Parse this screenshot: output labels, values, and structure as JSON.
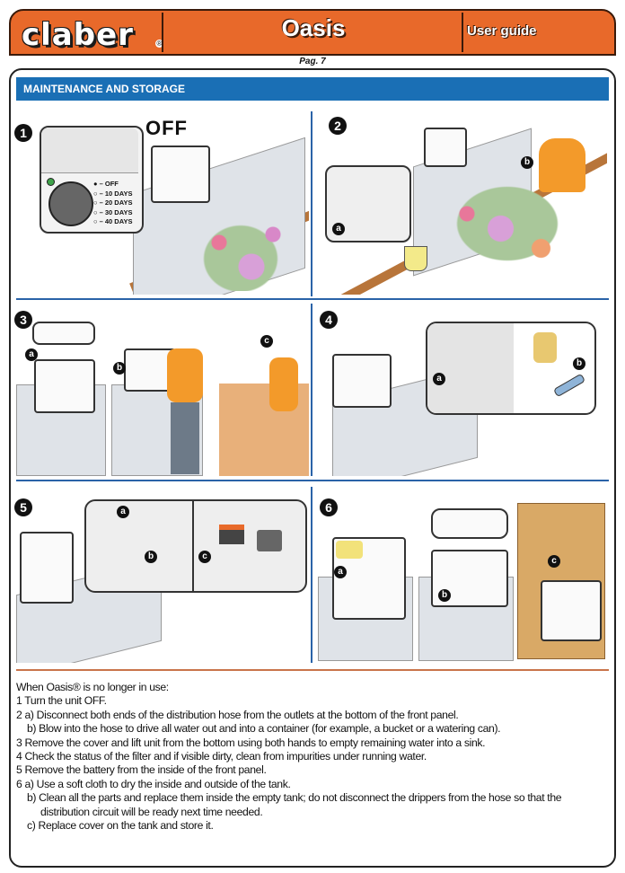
{
  "header": {
    "brand": "claber",
    "registered_mark": "®",
    "product_title": "Oasis",
    "doc_type": "User guide",
    "page_label": "Pag. 7"
  },
  "section": {
    "title": "MAINTENANCE AND STORAGE"
  },
  "steps": [
    {
      "number": "1",
      "callout": "OFF",
      "sub_labels": [],
      "dial_options": [
        {
          "marker": "●",
          "label": "OFF",
          "selected": true
        },
        {
          "marker": "○",
          "label": "10 DAYS",
          "selected": false
        },
        {
          "marker": "○",
          "label": "20 DAYS",
          "selected": false
        },
        {
          "marker": "○",
          "label": "30 DAYS",
          "selected": false
        },
        {
          "marker": "○",
          "label": "40 DAYS",
          "selected": false
        }
      ]
    },
    {
      "number": "2",
      "sub_labels": [
        "a",
        "b"
      ]
    },
    {
      "number": "3",
      "sub_labels": [
        "a",
        "b",
        "c"
      ]
    },
    {
      "number": "4",
      "sub_labels": [
        "a",
        "b"
      ]
    },
    {
      "number": "5",
      "sub_labels": [
        "a",
        "b",
        "c"
      ]
    },
    {
      "number": "6",
      "sub_labels": [
        "a",
        "b",
        "c"
      ]
    }
  ],
  "instructions": {
    "intro": "When Oasis® is no longer in use:",
    "lines": [
      "1  Turn the unit OFF.",
      "2  a) Disconnect both ends of the distribution hose from the outlets at the bottom of the front panel.",
      "b) Blow into the hose to drive all water out and into a container (for example, a bucket or a watering can).",
      "3  Remove the cover and lift unit from the bottom using both hands to empty remaining water into a sink.",
      "4  Check the status of the filter and if visible dirty, clean from impurities under running water.",
      "5  Remove the battery from the inside of the front panel.",
      "6  a) Use a soft cloth to dry the inside and outside of the tank.",
      "b) Clean all the parts and replace them inside the empty tank; do not disconnect the drippers from the hose so that the",
      "distribution circuit will be ready next time needed.",
      "c) Replace cover on the tank and store it."
    ]
  },
  "colors": {
    "header_orange": "#e8692a",
    "section_blue": "#1a6fb5",
    "divider_blue": "#2a63a8",
    "rule_orange": "#c9744a"
  }
}
